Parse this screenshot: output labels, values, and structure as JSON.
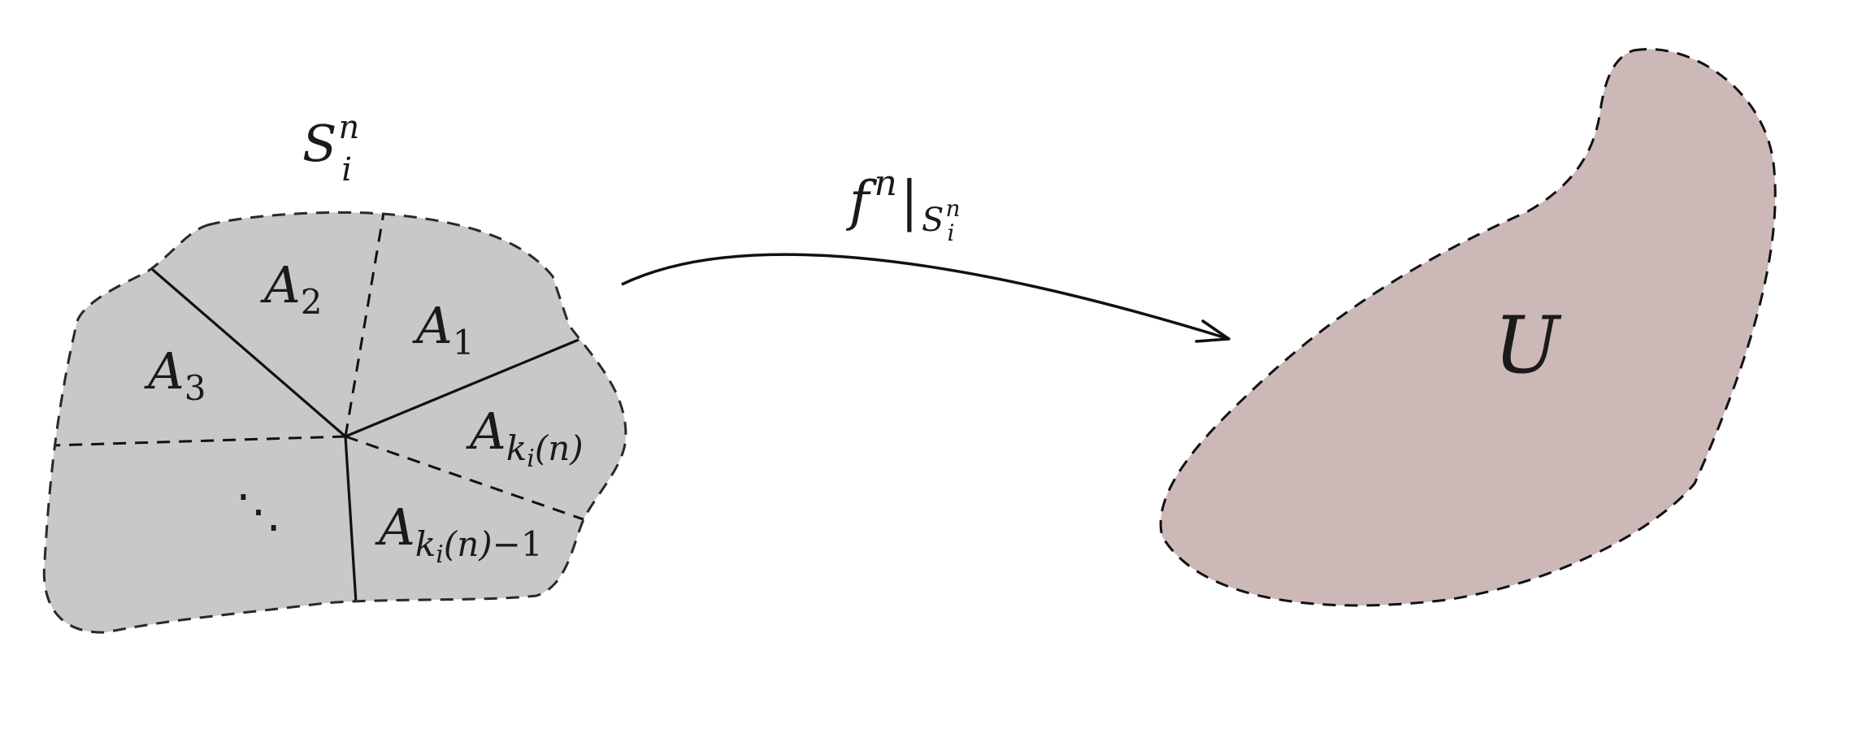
{
  "colors": {
    "region_fill": "#c8c8c8",
    "target_fill": "#cdb8b8",
    "dashed_outline": "#2e2628",
    "ink": "#111111"
  },
  "labels": {
    "region_S": {
      "base": "S",
      "sub": "i",
      "sup": "n"
    },
    "map": {
      "base": "f",
      "sup": "n",
      "bar": "|",
      "sub_base": "S",
      "sub_sub": "i",
      "sub_sup": "n"
    },
    "target": "U",
    "A1": {
      "base": "A",
      "sub": "1"
    },
    "A2": {
      "base": "A",
      "sub": "2"
    },
    "A3": {
      "base": "A",
      "sub": "3"
    },
    "Ak": {
      "base": "A",
      "k": "k",
      "ki": "i",
      "paren": "(n)"
    },
    "Ak1": {
      "base": "A",
      "k": "k",
      "ki": "i",
      "paren": "(n)",
      "minus": "−1"
    },
    "dots": "⋱"
  }
}
